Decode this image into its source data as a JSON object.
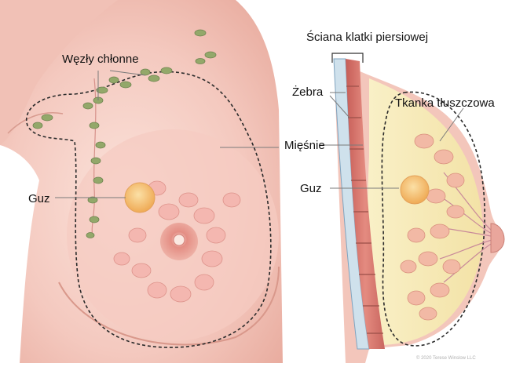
{
  "labels": {
    "lymph_nodes": "Węzły chłonne",
    "tumor_front": "Guz",
    "chest_wall": "Ściana klatki piersiowej",
    "ribs": "Żebra",
    "fat_tissue": "Tkanka tłuszczowa",
    "muscles": "Mięśnie",
    "tumor_side": "Guz"
  },
  "copyright": "© 2020 Terese Winslow LLC",
  "colors": {
    "skin": "#f6cfc6",
    "skin_shadow": "#eab2a6",
    "fat": "#f7ebb8",
    "muscle": "#d9776e",
    "node": "#93a86a",
    "tumor": "#f5c57c"
  }
}
